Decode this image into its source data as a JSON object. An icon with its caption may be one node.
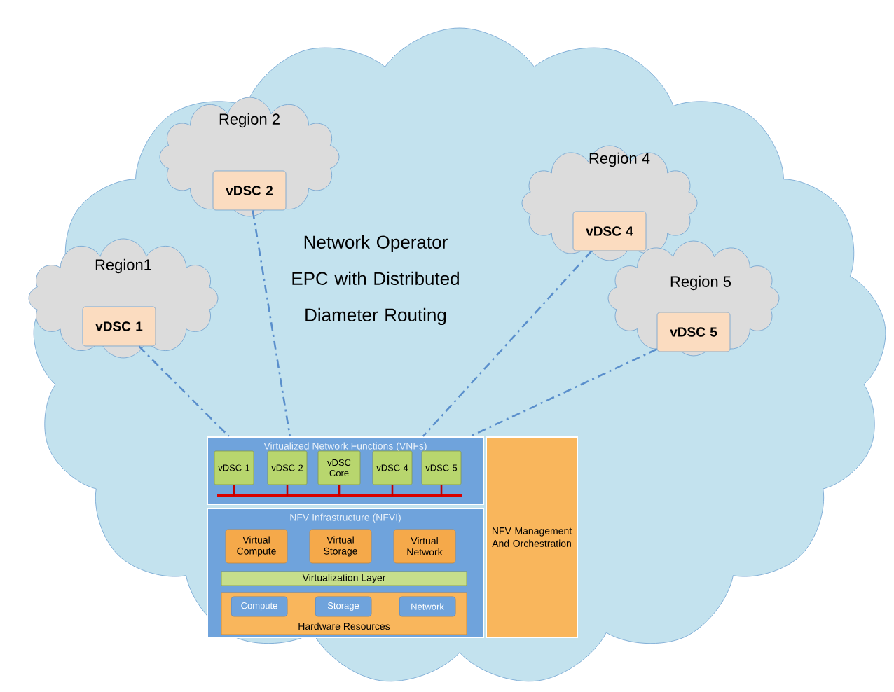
{
  "diagram": {
    "nodes": [
      {
        "text": [
          "Network Operator EPC with Distributed Diameter Routing"
        ]
      },
      {
        "text": [
          "Region1"
        ],
        "in": 0
      },
      {
        "text": [
          "vDSC 1"
        ],
        "in": 1
      },
      {
        "text": [
          "Region 2"
        ],
        "in": 0
      },
      {
        "text": [
          "vDSC 2"
        ],
        "in": 3
      },
      {
        "text": [
          "Region 4"
        ],
        "in": 0
      },
      {
        "text": [
          "vDSC 4"
        ],
        "in": 5
      },
      {
        "text": [
          "Region 5"
        ],
        "in": 0
      },
      {
        "text": [
          "vDSC 5"
        ],
        "in": 7
      },
      {
        "text": [
          "Virtualized Network Functions (VNFs)"
        ],
        "in": 0
      },
      {
        "text": [
          "vDSC 1"
        ],
        "in": 9
      },
      {
        "text": [
          "vDSC 2"
        ],
        "in": 9
      },
      {
        "text": [
          "vDSC Core"
        ],
        "in": 9
      },
      {
        "text": [
          "vDSC 4"
        ],
        "in": 9
      },
      {
        "text": [
          "vDSC 5"
        ],
        "in": 9
      },
      {
        "text": [
          "NFV Infrastructure (NFVI)"
        ],
        "in": 0
      },
      {
        "text": [
          "Virtual Compute"
        ],
        "in": 15
      },
      {
        "text": [
          "Virtual Storage"
        ],
        "in": 15
      },
      {
        "text": [
          "Virtual Network"
        ],
        "in": 15
      },
      {
        "text": [
          "Virtualization Layer"
        ],
        "in": 15
      },
      {
        "text": [
          "Hardware Resources"
        ],
        "in": 15
      },
      {
        "text": [
          "Compute"
        ],
        "in": 20
      },
      {
        "text": [
          "Storage"
        ],
        "in": 20
      },
      {
        "text": [
          "Network"
        ],
        "in": 20
      },
      {
        "text": [
          "NFV Management And Orchestration"
        ],
        "in": 0
      },
      {
        "text": [],
        "shape": "bar",
        "in": 9
      }
    ],
    "edges": [
      {
        "from": 2,
        "to": 9,
        "arrow": "none",
        "style": "dashed",
        "color": "#5a8fcc"
      },
      {
        "from": 4,
        "to": 9,
        "arrow": "none",
        "style": "dashed",
        "color": "#5a8fcc"
      },
      {
        "from": 6,
        "to": 9,
        "arrow": "none",
        "style": "dashed",
        "color": "#5a8fcc"
      },
      {
        "from": 8,
        "to": 9,
        "arrow": "none",
        "style": "dashed",
        "color": "#5a8fcc"
      },
      {
        "from": 10,
        "to": 25,
        "arrow": "none",
        "color": "#c00000"
      },
      {
        "from": 11,
        "to": 25,
        "arrow": "none",
        "color": "#c00000"
      },
      {
        "from": 12,
        "to": 25,
        "arrow": "none",
        "color": "#c00000"
      },
      {
        "from": 13,
        "to": 25,
        "arrow": "none",
        "color": "#c00000"
      },
      {
        "from": 14,
        "to": 25,
        "arrow": "none",
        "color": "#c00000"
      }
    ]
  }
}
